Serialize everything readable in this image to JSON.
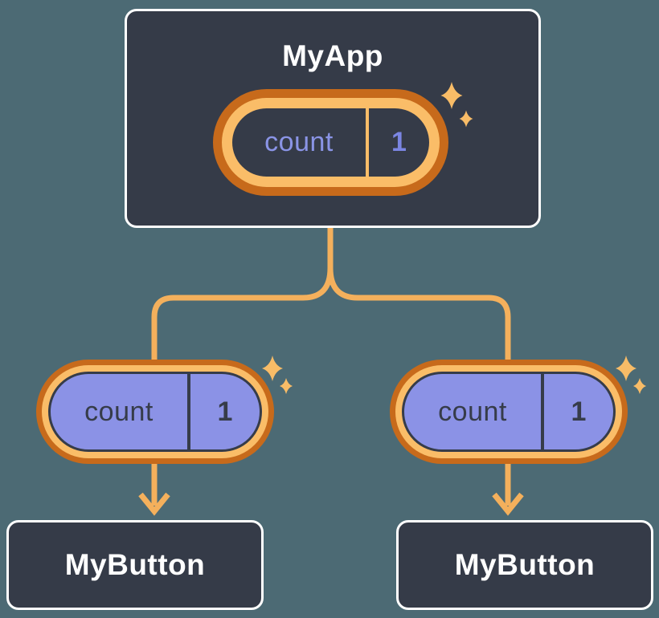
{
  "tree": {
    "root": {
      "label": "MyApp",
      "state": {
        "key": "count",
        "value": "1"
      }
    },
    "children": [
      {
        "label": "MyButton",
        "state": {
          "key": "count",
          "value": "1"
        }
      },
      {
        "label": "MyButton",
        "state": {
          "key": "count",
          "value": "1"
        }
      }
    ]
  },
  "icons": {
    "sparkles": "sparkles-icon",
    "arrow": "arrow-down-icon"
  },
  "colors": {
    "background": "#4C6A74",
    "node_background": "#353B48",
    "node_border": "#FFFFFF",
    "node_text": "#FFFFFF",
    "pill_ring_outer": "#C76A1B",
    "pill_ring_inner": "#FABD68",
    "pill_fill_parent": "#353B48",
    "pill_fill_child": "#8B92E6",
    "pill_key_text_parent": "#8A94E6",
    "pill_value_text_parent": "#7B86E3",
    "pill_text_child": "#363C49",
    "connector": "#F4B05C",
    "sparkle": "#F8BC67"
  }
}
